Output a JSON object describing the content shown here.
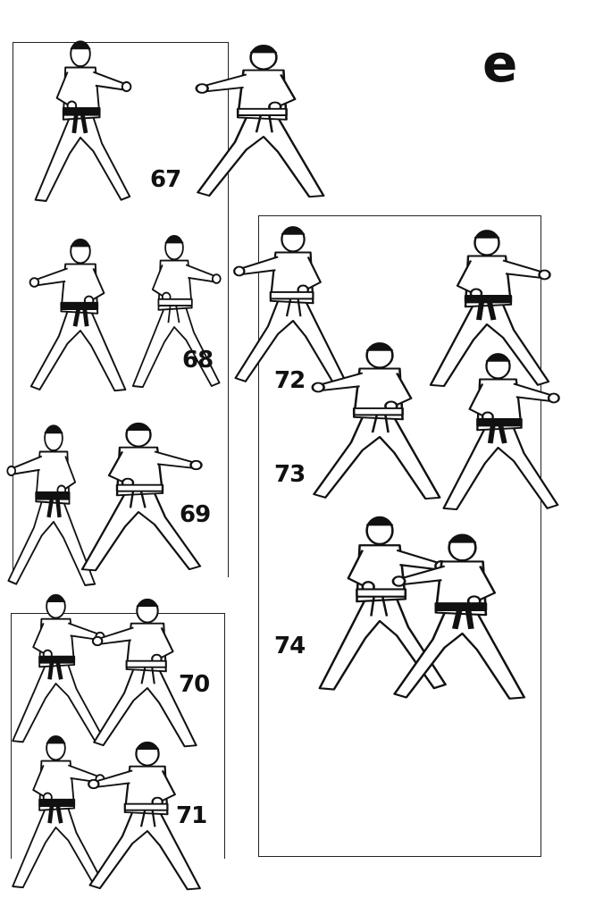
{
  "section_letter": "e",
  "figures": [
    {
      "number": "67"
    },
    {
      "number": "68"
    },
    {
      "number": "69"
    },
    {
      "number": "70"
    },
    {
      "number": "71"
    },
    {
      "number": "72"
    },
    {
      "number": "73"
    },
    {
      "number": "74"
    }
  ],
  "colors": {
    "ink": "#111111",
    "paper": "#ffffff"
  }
}
